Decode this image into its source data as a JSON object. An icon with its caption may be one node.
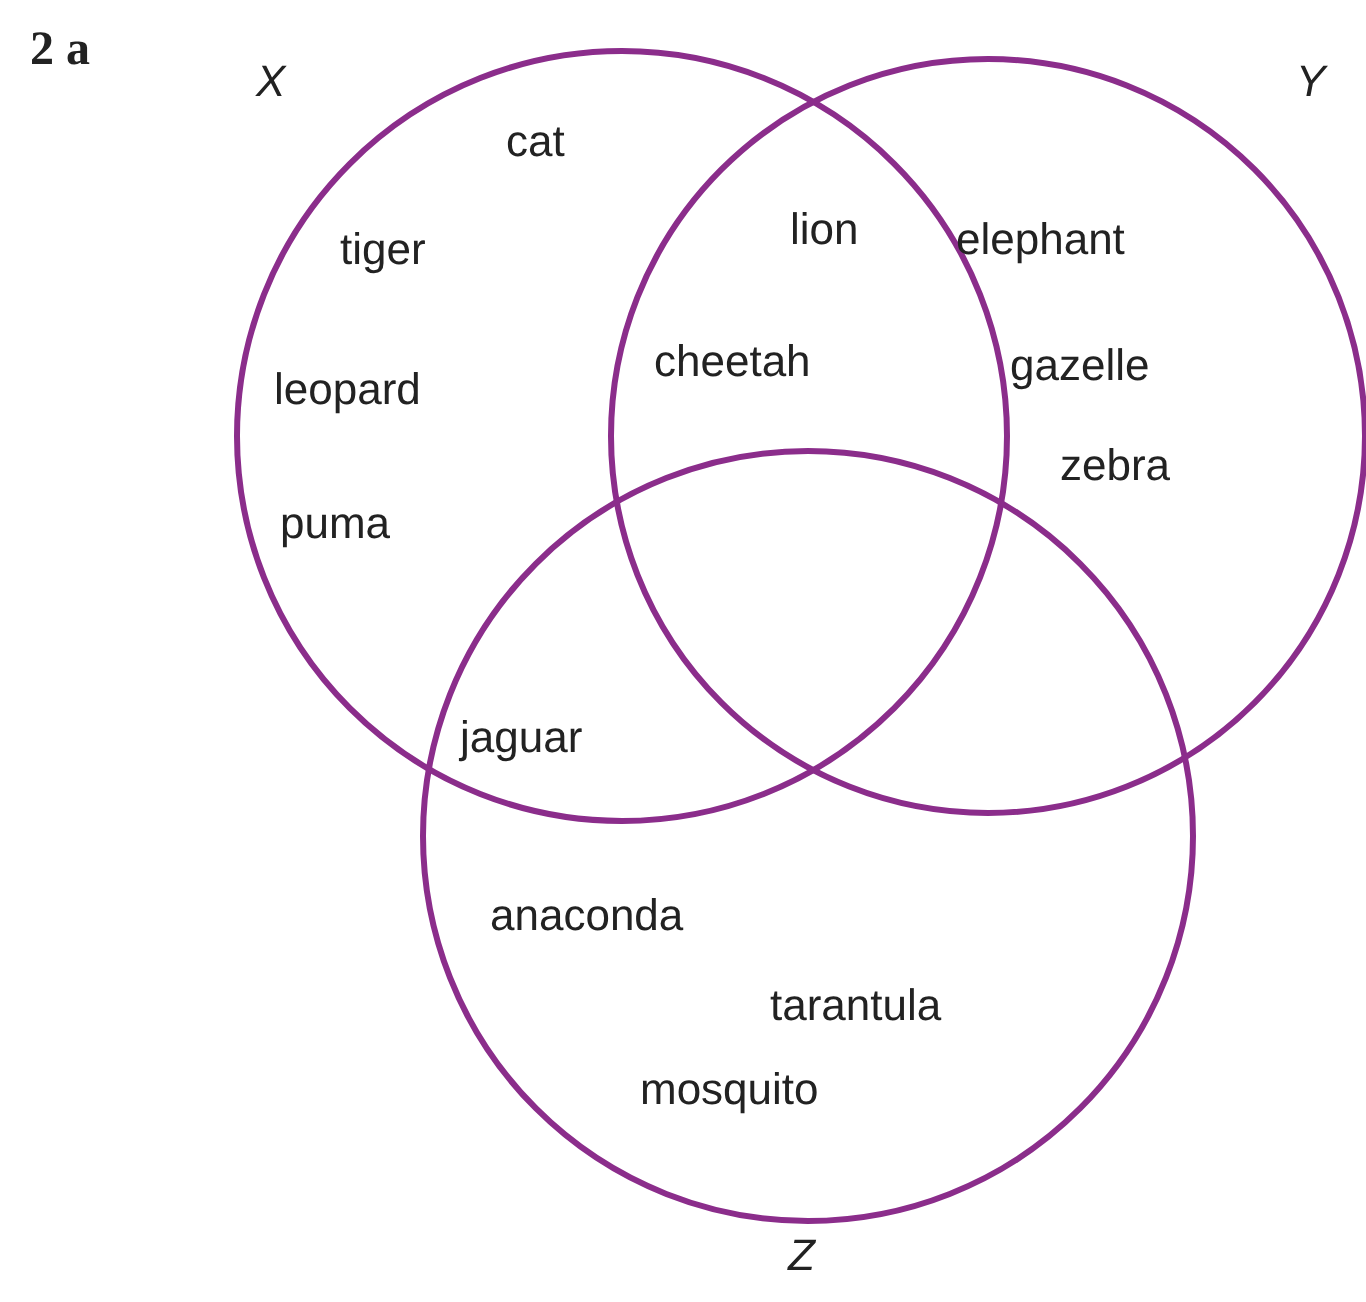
{
  "diagram": {
    "nodes": [
      {
        "text": [
          "X"
        ]
      },
      {
        "text": [
          "Y"
        ]
      },
      {
        "text": [
          "Z"
        ]
      }
    ],
    "edges": [],
    "labels": [
      "2 a",
      "cat",
      "tiger",
      "lion",
      "elephant",
      "cheetah",
      "gazelle",
      "leopard",
      "zebra",
      "puma",
      "jaguar",
      "anaconda",
      "tarantula",
      "mosquito"
    ]
  }
}
